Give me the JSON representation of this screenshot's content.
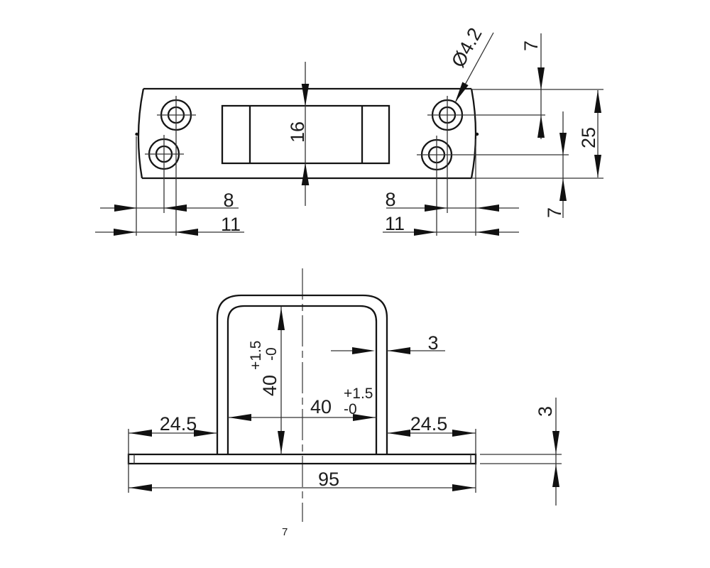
{
  "drawing": {
    "background": "#ffffff",
    "line_color": "#141414",
    "top_view": {
      "dims": {
        "slot_height": "16",
        "hole_diameter": "Ø4.2",
        "left_end_to_lower_hole": "8",
        "left_end_to_upper_hole": "11",
        "right_end_to_upper_hole": "8",
        "right_end_to_lower_hole": "11",
        "top_edge_to_upper_hole": "7",
        "plate_width": "25",
        "lower_hole_to_bottom_edge": "7"
      }
    },
    "front_view": {
      "dims": {
        "channel_inner_height": {
          "main": "40",
          "tol_upper": "+1.5",
          "tol_lower": "-0"
        },
        "channel_inner_width": {
          "main": "40",
          "tol_upper": "+1.5",
          "tol_lower": "-0"
        },
        "wall_thickness": "3",
        "flange_left": "24.5",
        "flange_right": "24.5",
        "overall_length": "95",
        "base_thickness": "3"
      }
    },
    "stray_mark": "7"
  }
}
